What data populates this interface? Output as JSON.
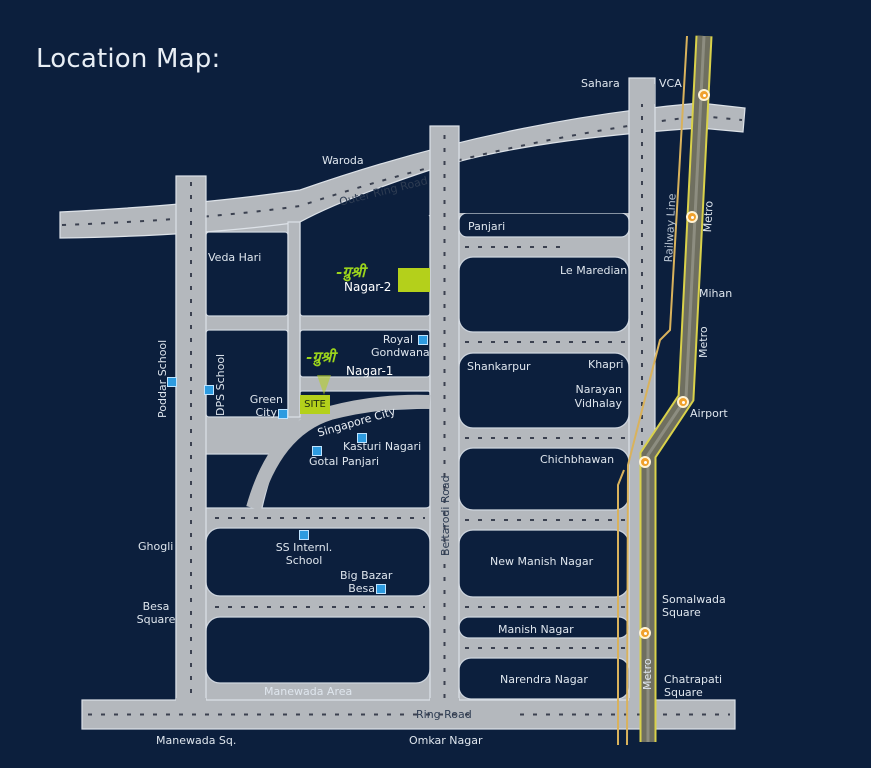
{
  "title": "Location Map:",
  "colors": {
    "background": "#0c1f3d",
    "road": "#b4b8bd",
    "road_edge": "#d8dde3",
    "metro_fill": "#6f6f60",
    "metro_edge": "#d9d14a",
    "railway": "#d9b25c",
    "site_highlight": "#b4d01b",
    "poi_marker": "#2d9be0",
    "station_marker": "#f0a12c"
  },
  "roads": {
    "outer_ring_road": "Outer Ring Road",
    "ring_road": "Ring Road",
    "beltarodi_road": "Beltarodi Road",
    "singapore_city": "Singapore City",
    "railway_line": "Railway Line",
    "metro_top": "Metro",
    "metro_mid": "Metro",
    "metro_bottom": "Metro"
  },
  "site": {
    "label": "SITE",
    "project_logo": "-ग्रुश्री",
    "nagar1": "Nagar-1",
    "nagar2": "Nagar-2"
  },
  "places": {
    "sahara": "Sahara",
    "vca": "VCA",
    "waroda": "Waroda",
    "panjari": "Panjari",
    "veda_hari": "Veda Hari",
    "le_maredian": "Le Maredian",
    "mihan": "Mihan",
    "royal_gondwana_1": "Royal",
    "royal_gondwana_2": "Gondwana",
    "shankarpur": "Shankarpur",
    "khapri": "Khapri",
    "narayan_1": "Narayan",
    "narayan_2": "Vidhalay",
    "airport": "Airport",
    "poddar_school": "Poddar School",
    "dps_school": "DPS School",
    "green_city_1": "Green",
    "green_city_2": "City",
    "kasturi_nagari": "Kasturi Nagari",
    "gotal_panjari": "Gotal Panjari",
    "chichbhawan": "Chichbhawan",
    "ghogli": "Ghogli",
    "ss_school_1": "SS Internl.",
    "ss_school_2": "School",
    "big_bazar_1": "Big Bazar",
    "big_bazar_2": "Besa",
    "new_manish_nagar": "New Manish Nagar",
    "besa_square_1": "Besa",
    "besa_square_2": "Square",
    "somalwada_1": "Somalwada",
    "somalwada_2": "Square",
    "manish_nagar": "Manish Nagar",
    "narendra_nagar": "Narendra Nagar",
    "chatrapati_1": "Chatrapati",
    "chatrapati_2": "Square",
    "manewada_area": "Manewada Area",
    "manewada_sq": "Manewada Sq.",
    "omkar_nagar": "Omkar Nagar"
  },
  "icons": {
    "poi": "blue-square-marker",
    "metro_station": "orange-circle-station-marker"
  }
}
